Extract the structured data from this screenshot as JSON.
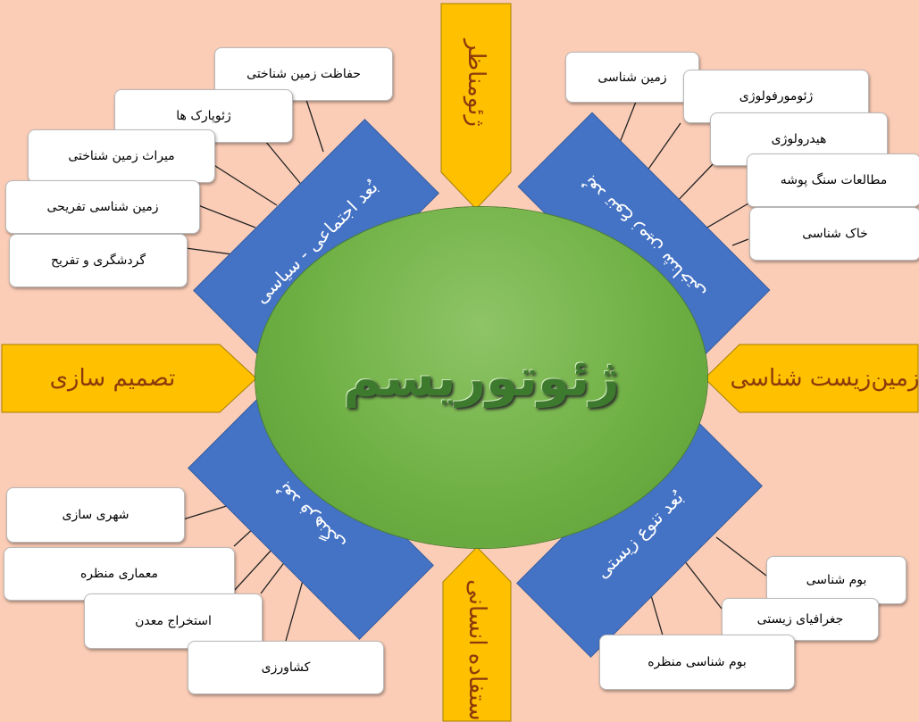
{
  "center": {
    "title": "ژئوتوریسم"
  },
  "arrows": {
    "top": "ژئومناظر",
    "bottom": "استفاده انسانی",
    "left": "تصمیم سازی",
    "right": "زمین‌زیست شناسی"
  },
  "dimensions": {
    "social_political": "بُعد اجتماعی - سیاسی",
    "geodiversity": "بُعد تنوع زمین شناختی",
    "cultural": "بُعد فرهنگی",
    "biodiversity": "بُعد تنوع زیستی"
  },
  "social_items": [
    "حفاظت زمین شناختی",
    "ژئوپارک ها",
    "میراث زمین شناختی",
    "زمین شناسی تفریحی",
    "گردشگری و تفریح"
  ],
  "geo_items": [
    "زمین شناسی",
    "ژئومورفولوژی",
    "هیدرولوژی",
    "مطالعات سنگ پوشه",
    "خاک شناسی"
  ],
  "cultural_items": [
    "شهری سازی",
    "معماری منظره",
    "استخراج معدن",
    "کشاورزی"
  ],
  "bio_items": [
    "بوم شناسی",
    "جغرافیای زیستی",
    "بوم شناسی منظره"
  ],
  "colors": {
    "background": "#fbcdb7",
    "dimension_fill": "#4472c4",
    "arrow_fill": "#ffc000",
    "arrow_text": "#8a3a0c",
    "center_fill": "#6fb044"
  }
}
